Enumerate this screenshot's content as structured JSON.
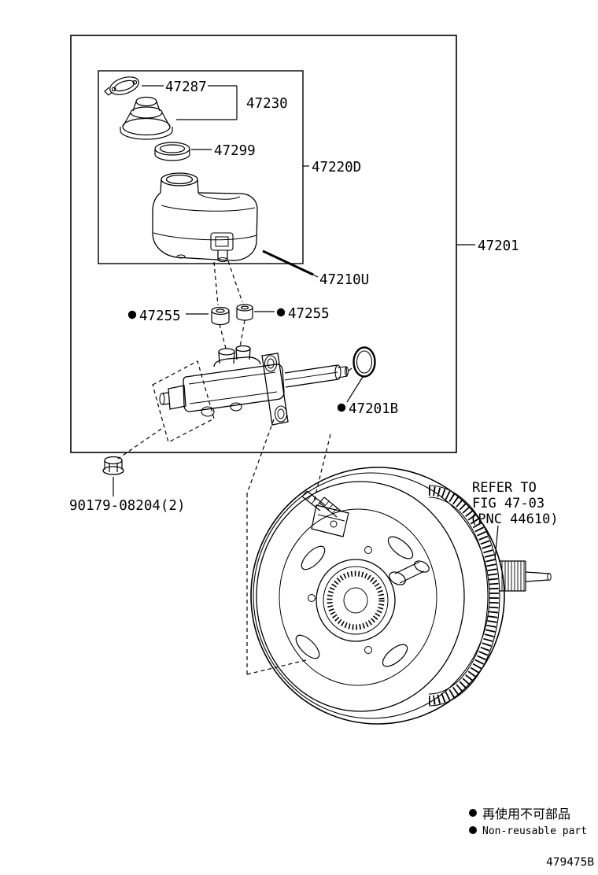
{
  "colors": {
    "line": "#000000",
    "background": "#ffffff"
  },
  "parts": {
    "p47287": "47287",
    "p47230": "47230",
    "p47299": "47299",
    "p47220d": "47220D",
    "p47201": "47201",
    "p47210u": "47210U",
    "p47255_left": "47255",
    "p47255_right": "47255",
    "p47201b": "47201B",
    "p90179": "90179-08204(2)"
  },
  "refer_note": {
    "line1": "REFER TO",
    "line2": "FIG 47-03",
    "line3": "(PNC 44610)"
  },
  "legend": {
    "marker_icon": "filled-circle",
    "non_reusable_jp": "再使用不可部品",
    "non_reusable_en": "Non-reusable part"
  },
  "figure_code": "479475B"
}
